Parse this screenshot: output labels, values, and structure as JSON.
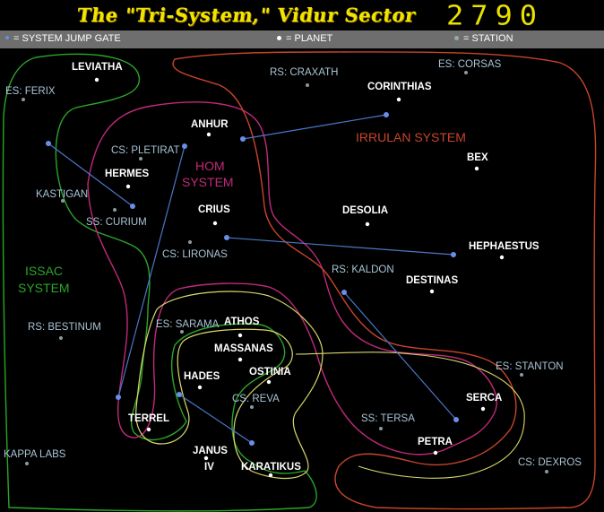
{
  "header": {
    "title": "The \"Tri-System,\" Vidur Sector",
    "year": "2790"
  },
  "legend": {
    "gate": "= SYSTEM JUMP GATE",
    "planet": "= PLANET",
    "station": "= STATION"
  },
  "colors": {
    "issac": "#2aa52a",
    "hom": "#c02a7a",
    "irrulan": "#c8442a",
    "inner": "#d8d86a",
    "gate_line": "#4a78c8",
    "gate_node": "#6a8ee8",
    "planet": "#ffffff",
    "station": "#a8c4d6"
  },
  "systems": {
    "issac_line1": "ISSAC",
    "issac_line2": "SYSTEM",
    "hom_line1": "HOM",
    "hom_line2": "SYSTEM",
    "irrulan": "IRRULAN SYSTEM"
  },
  "planets": [
    {
      "name": "LEVIATHA"
    },
    {
      "name": "CORINTHIAS"
    },
    {
      "name": "ANHUR"
    },
    {
      "name": "BEX"
    },
    {
      "name": "HERMES"
    },
    {
      "name": "CRIUS"
    },
    {
      "name": "DESOLIA"
    },
    {
      "name": "HEPHAESTUS"
    },
    {
      "name": "DESTINAS"
    },
    {
      "name": "ATHOS"
    },
    {
      "name": "MASSANAS"
    },
    {
      "name": "HADES"
    },
    {
      "name": "OSTINIA"
    },
    {
      "name": "TERREL"
    },
    {
      "name": "SERCA"
    },
    {
      "name": "PETRA"
    },
    {
      "name": "JANUS"
    },
    {
      "name": "IV"
    },
    {
      "name": "KARATIKUS"
    }
  ],
  "stations": [
    {
      "name": "ES: FERIX"
    },
    {
      "name": "RS: CRAXATH"
    },
    {
      "name": "ES: CORSAS"
    },
    {
      "name": "CS: PLETIRAT"
    },
    {
      "name": "KASTIGAN"
    },
    {
      "name": "SS: CURIUM"
    },
    {
      "name": "CS: LIRONAS"
    },
    {
      "name": "RS: KALDON"
    },
    {
      "name": "RS: BESTINUM"
    },
    {
      "name": "ES: SARAMA"
    },
    {
      "name": "ES: STANTON"
    },
    {
      "name": "CS: REVA"
    },
    {
      "name": "SS: TERSA"
    },
    {
      "name": "KAPPA LABS"
    },
    {
      "name": "CS: DEXROS"
    }
  ]
}
